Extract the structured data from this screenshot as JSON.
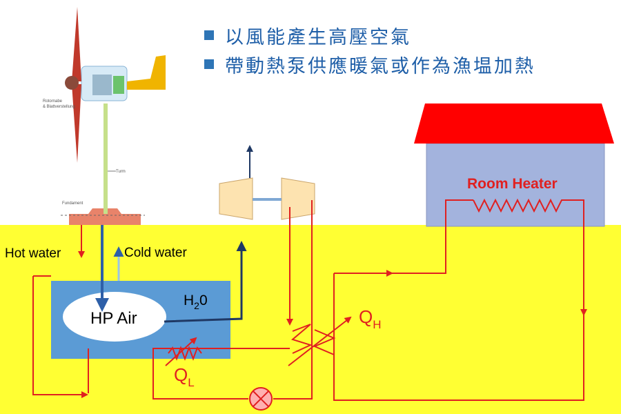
{
  "bullets": [
    {
      "text": "以風能產生高壓空氣"
    },
    {
      "text": "帶動熱泵供應暖氣或作為漁塭加熱"
    }
  ],
  "turbine": {
    "label_rotor": "Rotornabe",
    "label_rotor2": "& Blattverstellung",
    "label_tower": "Turm",
    "label_foundation": "Fundament"
  },
  "labels": {
    "hot_water": "Hot water",
    "cold_water": "Cold water",
    "hp_air": "HP Air",
    "h2o_main": "H",
    "h2o_sub": "2",
    "h2o_end": "0",
    "room_heater": "Room Heater",
    "qh_main": "Q",
    "qh_sub": "H",
    "ql_main": "Q",
    "ql_sub": "L"
  },
  "colors": {
    "sky": "#ffffff",
    "ground": "#ffff33",
    "tank": "#5b9bd5",
    "house_wall": "#a3b3dd",
    "roof": "#ff0000",
    "pipe_red": "#e02020",
    "pipe_navy": "#1f3864",
    "bullet": "#2e75b6",
    "turbine_blade": "#c0392b",
    "tail": "#f0b400"
  }
}
